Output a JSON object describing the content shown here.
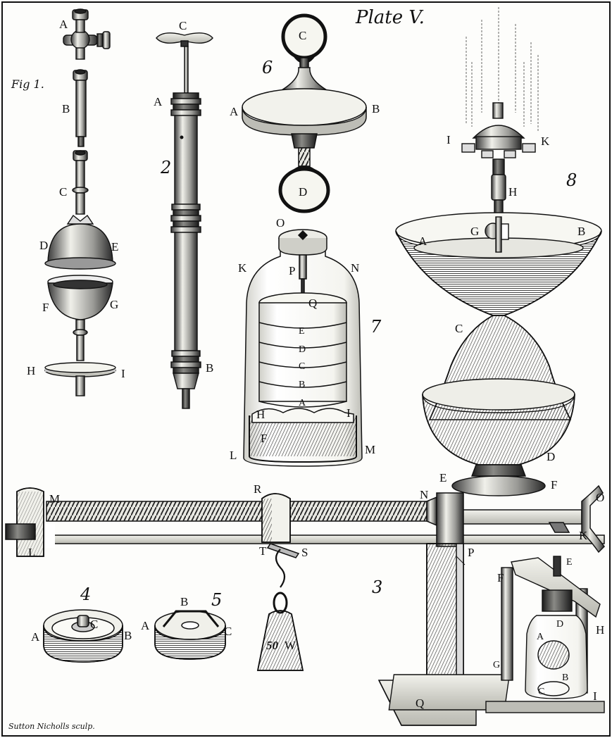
{
  "plate": {
    "title": "Plate V.",
    "fig_label": "Fig 1.",
    "engraver": "Sutton Nicholls sculp."
  },
  "figure_numbers": [
    "2",
    "3",
    "4",
    "5",
    "6",
    "7",
    "8"
  ],
  "fig1_labels": [
    "A",
    "B",
    "C",
    "D",
    "E",
    "F",
    "G",
    "H",
    "I"
  ],
  "fig2_labels": [
    "C",
    "A",
    "B"
  ],
  "fig3_labels": [
    "M",
    "L",
    "R",
    "T",
    "S",
    "N",
    "O",
    "K",
    "P",
    "Q"
  ],
  "fig4_labels": [
    "A",
    "B",
    "C"
  ],
  "fig5_labels": [
    "A",
    "B",
    "C"
  ],
  "fig6_labels": [
    "C",
    "A",
    "B",
    "D"
  ],
  "fig7_labels": [
    "O",
    "K",
    "N",
    "P",
    "Q",
    "E",
    "D",
    "C",
    "B",
    "A",
    "H",
    "I",
    "F",
    "L",
    "M"
  ],
  "fig8_labels": [
    "I",
    "K",
    "H",
    "A",
    "G",
    "B",
    "C",
    "D",
    "E",
    "F"
  ],
  "pump_labels": [
    "E",
    "F",
    "D",
    "H",
    "A",
    "B",
    "G",
    "C",
    "I"
  ],
  "weight": {
    "value": "50",
    "letter": "W"
  },
  "colors": {
    "ink": "#111111",
    "paper": "#fdfdfb",
    "shade": "#555555",
    "mid": "#8a8a8a",
    "light": "#d8d8d2"
  }
}
